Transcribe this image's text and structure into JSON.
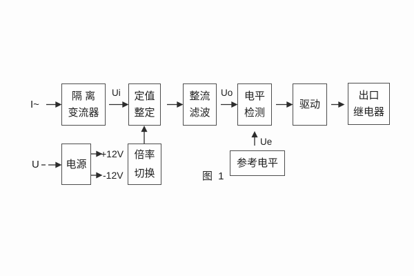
{
  "diagram": {
    "caption": "图 1",
    "colors": {
      "background": "#fdfdfd",
      "box_border": "#4c4c4c",
      "line": "#2d2d2d",
      "text": "#1d1d1d"
    },
    "blocks": {
      "isolation": {
        "line1": "隔 离",
        "line2": "变流器"
      },
      "setting": {
        "line1": "定值",
        "line2": "整定"
      },
      "rectify": {
        "line1": "整流",
        "line2": "滤波"
      },
      "level": {
        "line1": "电平",
        "line2": "检测"
      },
      "drive": {
        "label": "驱动"
      },
      "output": {
        "line1": "出口",
        "line2": "继电器"
      },
      "power": {
        "label": "电源"
      },
      "ratio": {
        "line1": "倍率",
        "line2": "切换"
      },
      "reference": {
        "label": "参考电平"
      }
    },
    "signals": {
      "input_current": "I~",
      "input_voltage": "U",
      "ui": "Ui",
      "uo": "Uo",
      "ue": "Ue",
      "plus12v": "+12V",
      "minus12v": "-12V"
    }
  }
}
